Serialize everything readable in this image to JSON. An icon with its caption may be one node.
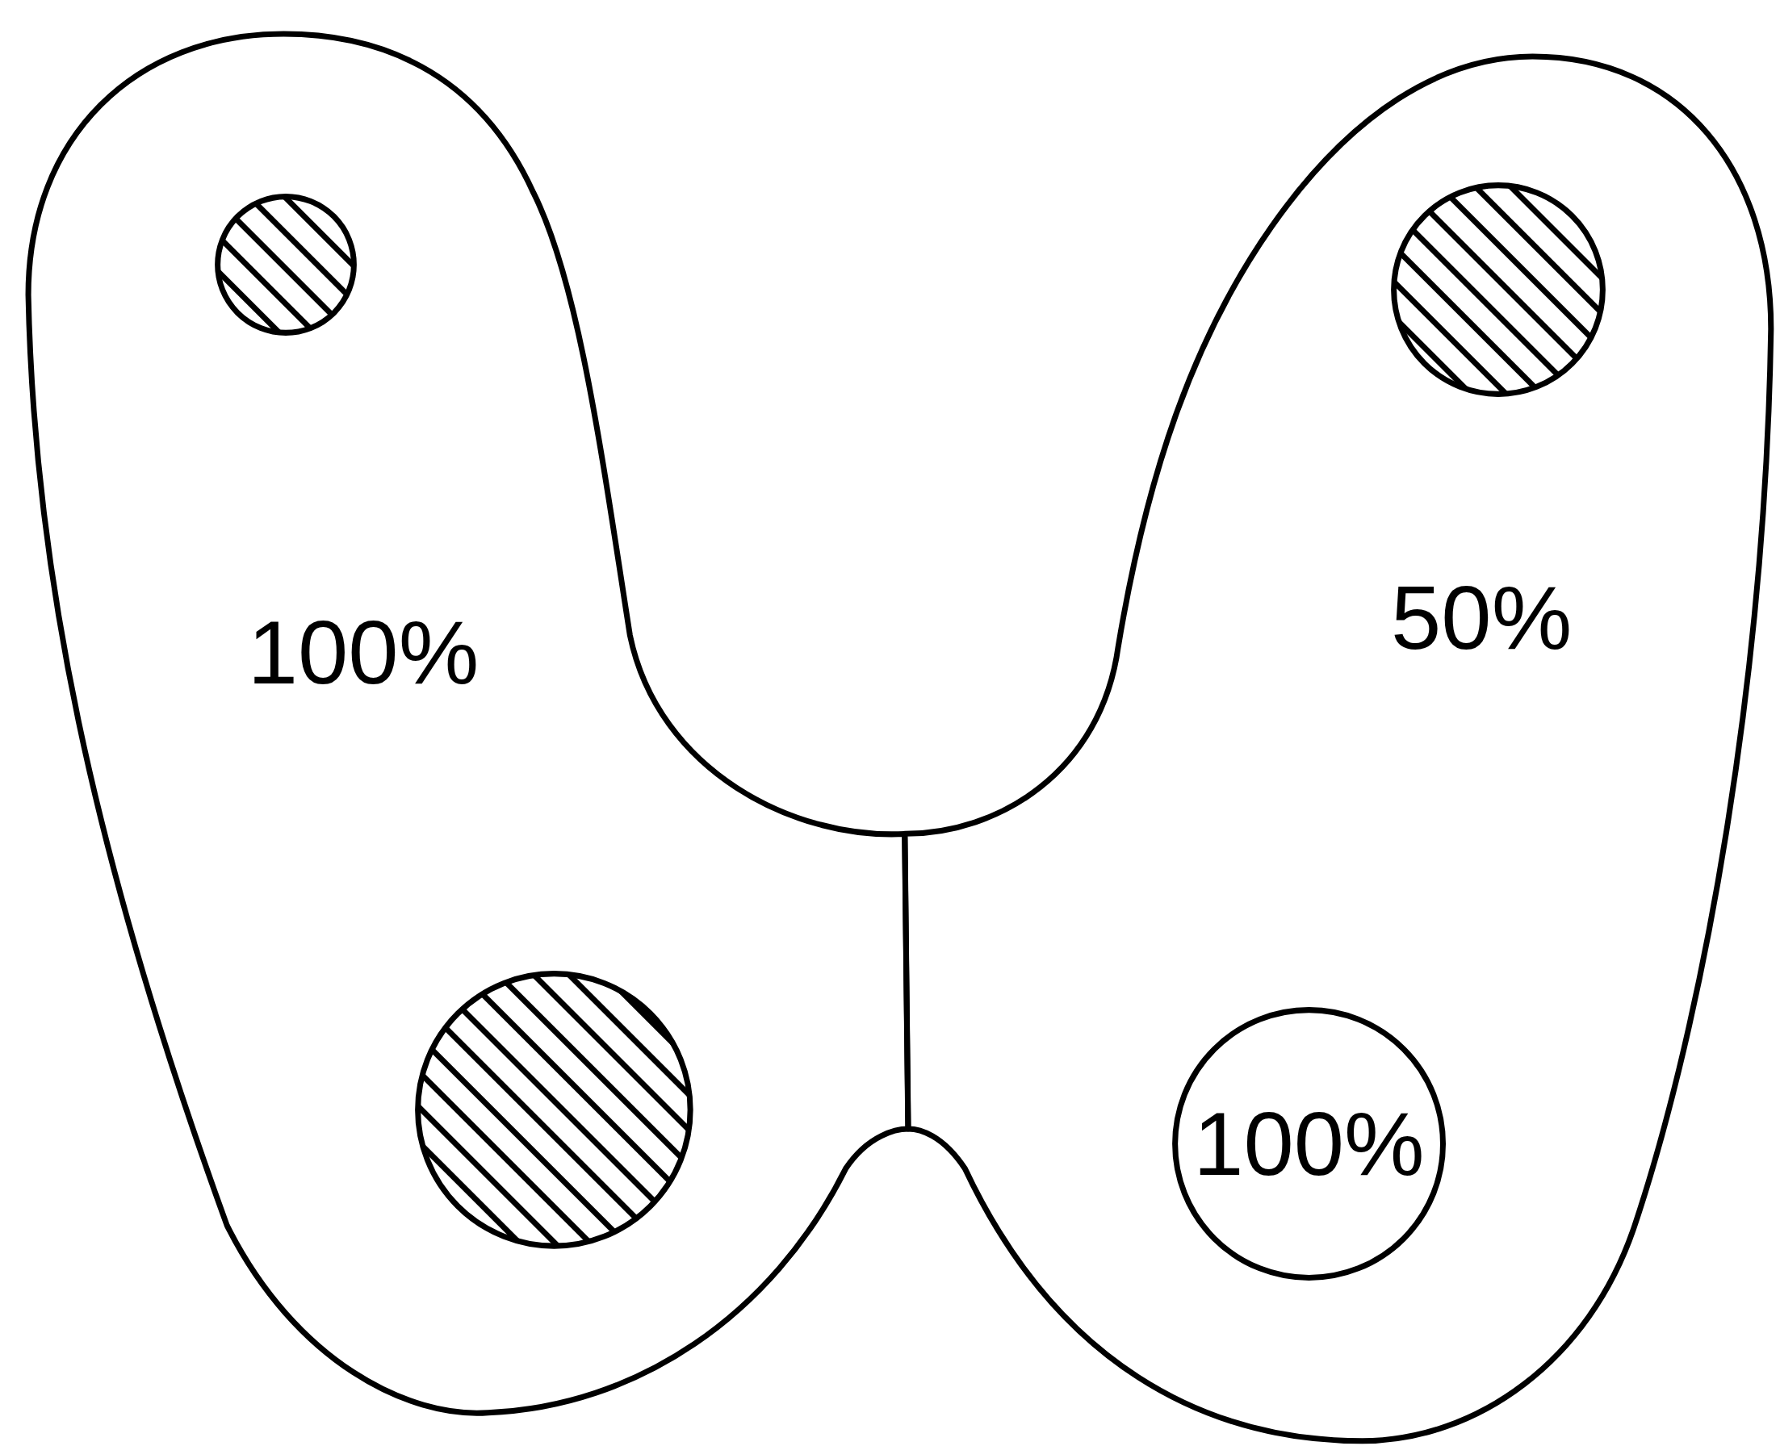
{
  "diagram": {
    "nodes": [
      {
        "text": [
          "100%"
        ]
      },
      {
        "text": [],
        "shape": "circle",
        "in": 0
      },
      {
        "text": [],
        "shape": "circle",
        "in": 0
      },
      {
        "text": [
          "50%"
        ]
      },
      {
        "text": [],
        "shape": "circle",
        "in": 3
      },
      {
        "text": [
          "100%"
        ],
        "in": 3
      }
    ]
  }
}
